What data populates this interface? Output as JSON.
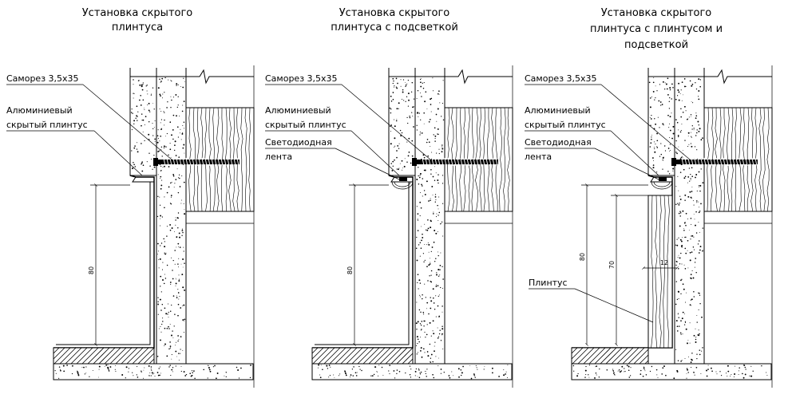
{
  "panels": [
    {
      "title_line1": "Установка скрытого",
      "title_line2": "плинтуса",
      "title_line3": "",
      "screw": "Саморез 3,5х35",
      "profile_line1": "Алюминиевый",
      "profile_line2": "скрытый плинтус",
      "led_line1": "",
      "led_line2": "",
      "dim_main": "80",
      "dim_skirting": "",
      "dim_thickness": "",
      "skirting_label": ""
    },
    {
      "title_line1": "Установка скрытого",
      "title_line2": "плинтуса с подсветкой",
      "title_line3": "",
      "screw": "Саморез 3,5х35",
      "profile_line1": "Алюминиевый",
      "profile_line2": "скрытый плинтус",
      "led_line1": "Светодиодная",
      "led_line2": "лента",
      "dim_main": "80",
      "dim_skirting": "",
      "dim_thickness": "",
      "skirting_label": ""
    },
    {
      "title_line1": "Установка скрытого",
      "title_line2": "плинтуса с плинтусом и",
      "title_line3": "подсветкой",
      "screw": "Саморез 3,5х35",
      "profile_line1": "Алюминиевый",
      "profile_line2": "скрытый плинтус",
      "led_line1": "Светодиодная",
      "led_line2": "лента",
      "dim_main": "80",
      "dim_skirting": "70",
      "dim_thickness": "12",
      "skirting_label": "Плинтус"
    }
  ]
}
